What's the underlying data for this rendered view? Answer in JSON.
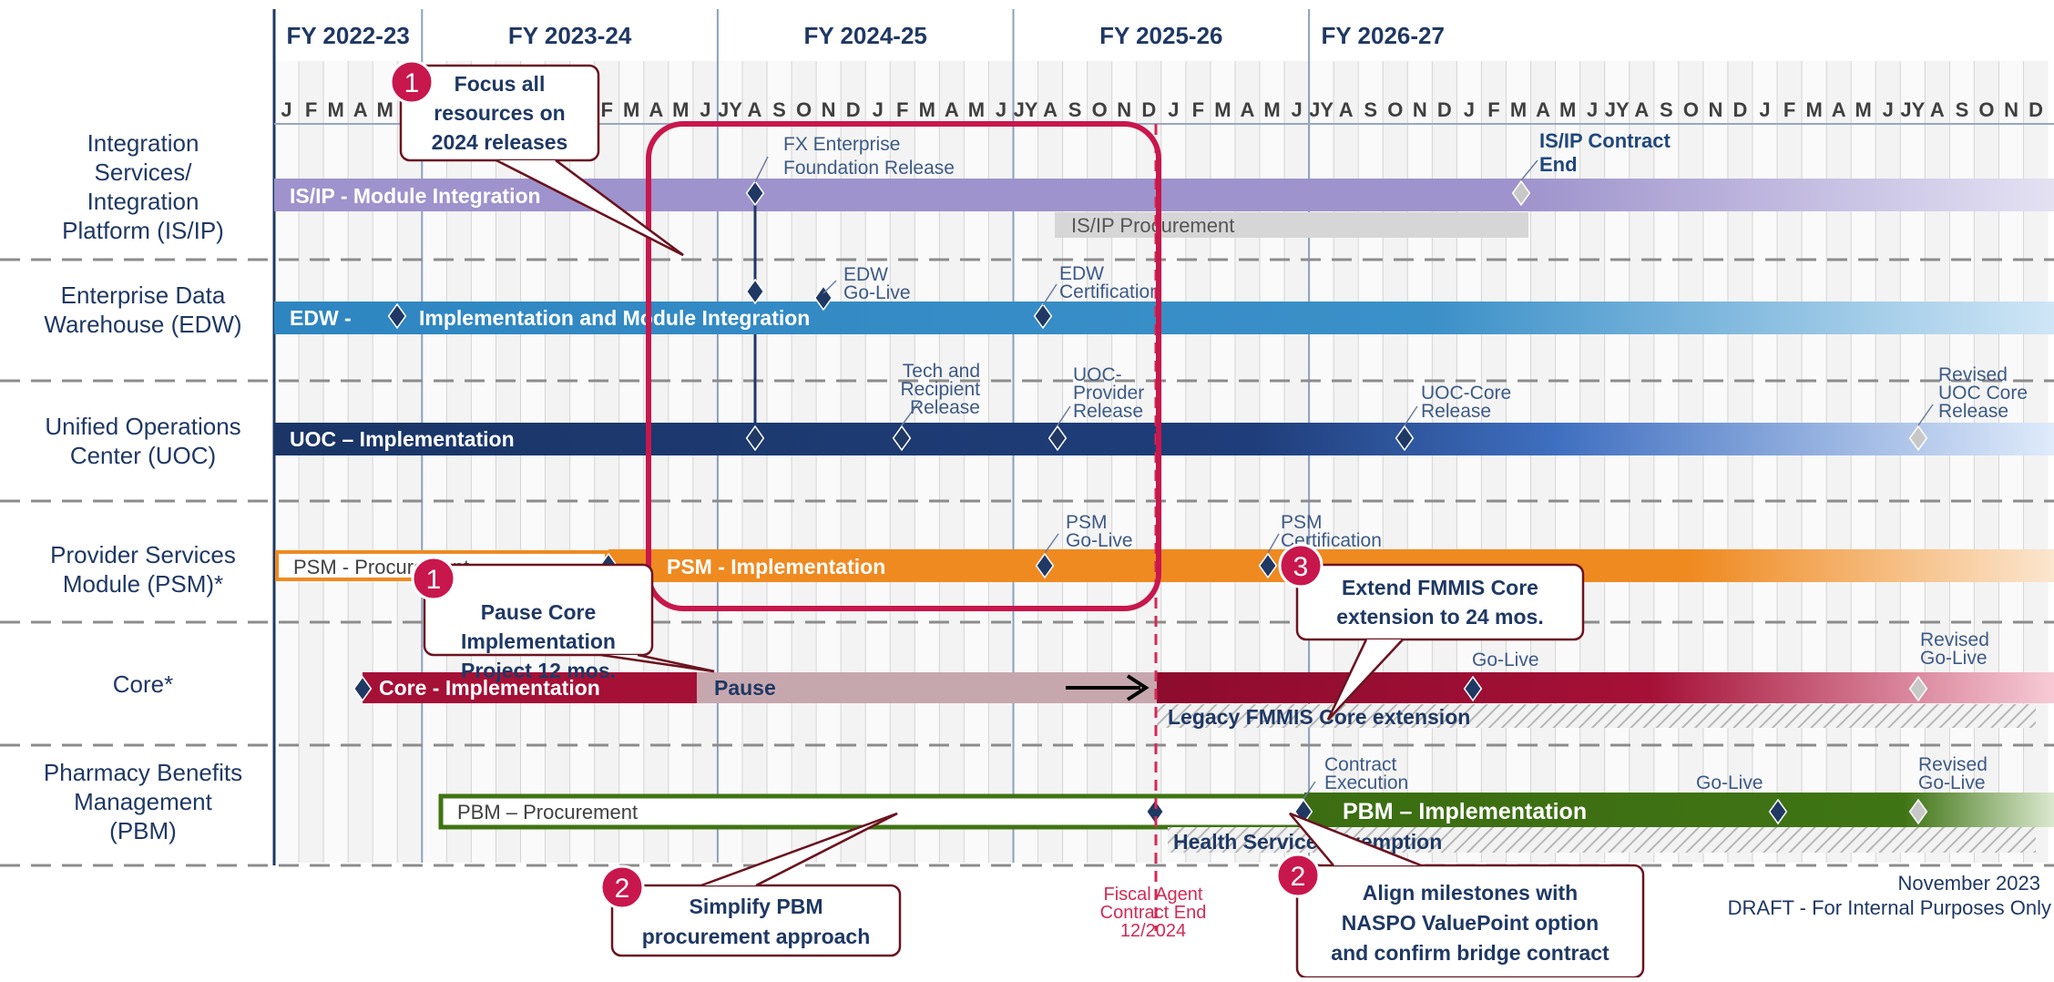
{
  "fiscal_years": [
    "FY 2022-23",
    "FY 2023-24",
    "FY 2024-25",
    "FY 2025-26",
    "FY 2026-27"
  ],
  "months": [
    "J",
    "F",
    "M",
    "A",
    "M",
    "J",
    "JY",
    "A",
    "S",
    "O",
    "N",
    "D",
    "J",
    "F",
    "M",
    "A",
    "M",
    "J",
    "JY",
    "A",
    "S",
    "O",
    "N",
    "D",
    "J",
    "F",
    "M",
    "A",
    "M",
    "J",
    "JY",
    "A",
    "S",
    "O",
    "N",
    "D",
    "J",
    "F",
    "M",
    "A",
    "M",
    "J",
    "JY",
    "A",
    "S",
    "O",
    "N",
    "D",
    "J",
    "F",
    "M",
    "A",
    "M",
    "J",
    "JY",
    "A",
    "S",
    "O",
    "N",
    "D",
    "J",
    "F",
    "M",
    "A",
    "M",
    "J",
    "JY",
    "A",
    "S",
    "O",
    "N",
    "D"
  ],
  "rows": [
    {
      "key": "isip",
      "label": [
        "Integration",
        "Services/",
        "Integration",
        "Platform (IS/IP)"
      ]
    },
    {
      "key": "edw",
      "label": [
        "Enterprise Data",
        "Warehouse (EDW)"
      ]
    },
    {
      "key": "uoc",
      "label": [
        "Unified Operations",
        "Center (UOC)"
      ]
    },
    {
      "key": "psm",
      "label": [
        "Provider Services",
        "Module (PSM)*"
      ]
    },
    {
      "key": "core",
      "label": [
        "Core*"
      ]
    },
    {
      "key": "pbm",
      "label": [
        "Pharmacy Benefits",
        "Management",
        "(PBM)"
      ]
    }
  ],
  "bars": {
    "isip_main": "IS/IP -  Module Integration",
    "isip_procurement": "IS/IP Procurement",
    "edw_prefix": "EDW -",
    "edw_main": "Implementation and Module Integration",
    "uoc_main": "UOC – Implementation",
    "psm_procurement": "PSM - Procurement",
    "psm_main": "PSM - Implementation",
    "core_main": "Core - Implementation",
    "core_pause": "Pause",
    "core_legacy": "Legacy FMMIS Core extension",
    "pbm_procurement": "PBM – Procurement",
    "pbm_main": "PBM – Implementation",
    "pbm_exemption": "Health Services Exemption"
  },
  "milestones": {
    "fx_release": [
      "FX Enterprise",
      "Foundation Release"
    ],
    "isip_contract_end": [
      "IS/IP Contract",
      "End"
    ],
    "edw_golive": [
      "EDW",
      "Go-Live"
    ],
    "edw_cert": [
      "EDW",
      "Certification"
    ],
    "tech_release": [
      "Tech and",
      "Recipient",
      "Release"
    ],
    "uoc_provider": [
      "UOC-",
      "Provider",
      "Release"
    ],
    "uoc_core": [
      "UOC-Core",
      "Release"
    ],
    "uoc_revised": [
      "Revised",
      "UOC Core",
      "Release"
    ],
    "psm_golive": [
      "PSM",
      "Go-Live"
    ],
    "psm_cert": [
      "PSM",
      "Certification"
    ],
    "core_golive": [
      "Go-Live"
    ],
    "core_revised": [
      "Revised",
      "Go-Live"
    ],
    "pbm_contract": [
      "Contract",
      "Execution"
    ],
    "pbm_golive": [
      "Go-Live"
    ],
    "pbm_revised": [
      "Revised",
      "Go-Live"
    ]
  },
  "fiscal_agent": [
    "Fiscal Agent",
    "Contract End",
    "12/2024"
  ],
  "callouts": [
    {
      "key": "focus",
      "num": "1",
      "lines": [
        "Focus all",
        "resources on",
        "2024 releases"
      ]
    },
    {
      "key": "pause",
      "num": "1",
      "lines": [
        "Pause Core",
        "Implementation",
        "Project 12 mos."
      ]
    },
    {
      "key": "extend",
      "num": "3",
      "lines": [
        "Extend FMMIS Core",
        "extension to 24 mos."
      ]
    },
    {
      "key": "simplify",
      "num": "2",
      "lines": [
        "Simplify PBM",
        "procurement approach"
      ]
    },
    {
      "key": "align",
      "num": "2",
      "lines": [
        "Align milestones with",
        "NASPO ValuePoint option",
        "and confirm bridge contract"
      ]
    }
  ],
  "footer": {
    "date": "November 2023",
    "draft": "DRAFT - For Internal Purposes Only"
  },
  "colors": {
    "navy": "#1f3864",
    "purple": "#9e93cc",
    "blue": "#2e86c1",
    "darkblue": "#1f3d7a",
    "orange": "#ef8a21",
    "crimson": "#a51037",
    "green": "#3f7414",
    "focus_box": "#c8174c",
    "grey_bar": "#d6d6d6",
    "pause": "#c7a7ae"
  }
}
